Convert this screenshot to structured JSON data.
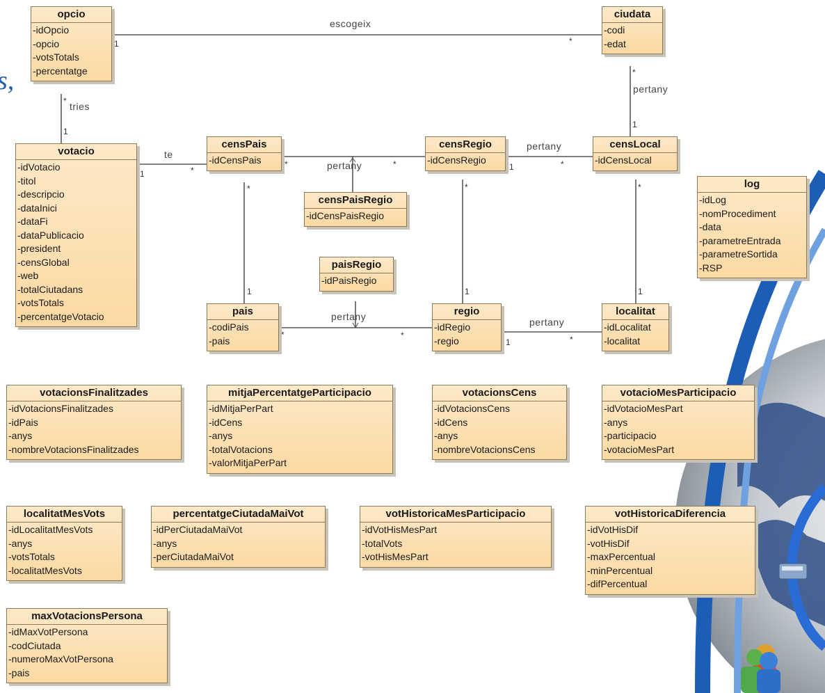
{
  "left_glyph": "s,",
  "classes": [
    {
      "name": "opcio",
      "attrs": [
        "-idOpcio",
        "-opcio",
        "-votsTotals",
        "-percentatge"
      ]
    },
    {
      "name": "ciudata",
      "attrs": [
        "-codi",
        "-edat"
      ]
    },
    {
      "name": "votacio",
      "attrs": [
        "-idVotacio",
        "-titol",
        "-descripcio",
        "-dataInici",
        "-dataFi",
        "-dataPublicacio",
        "-president",
        "-censGlobal",
        "-web",
        "-totalCiutadans",
        "-votsTotals",
        "-percentatgeVotacio"
      ]
    },
    {
      "name": "censPais",
      "attrs": [
        "-idCensPais"
      ]
    },
    {
      "name": "censRegio",
      "attrs": [
        "-idCensRegio"
      ]
    },
    {
      "name": "censLocal",
      "attrs": [
        "-idCensLocal"
      ]
    },
    {
      "name": "censPaisRegio",
      "attrs": [
        "-idCensPaisRegio"
      ]
    },
    {
      "name": "log",
      "attrs": [
        "-idLog",
        "-nomProcediment",
        "-data",
        "-parametreEntrada",
        "-parametreSortida",
        "-RSP"
      ]
    },
    {
      "name": "paisRegio",
      "attrs": [
        "-idPaisRegio"
      ]
    },
    {
      "name": "pais",
      "attrs": [
        "-codiPais",
        "-pais"
      ]
    },
    {
      "name": "regio",
      "attrs": [
        "-idRegio",
        "-regio"
      ]
    },
    {
      "name": "localitat",
      "attrs": [
        "-idLocalitat",
        "-localitat"
      ]
    },
    {
      "name": "votacionsFinalitzades",
      "attrs": [
        "-idVotacionsFinalitzades",
        "-idPais",
        "-anys",
        "-nombreVotacionsFinalitzades"
      ]
    },
    {
      "name": "mitjaPercentatgeParticipacio",
      "attrs": [
        "-idMitjaPerPart",
        "-idCens",
        "-anys",
        "-totalVotacions",
        "-valorMitjaPerPart"
      ]
    },
    {
      "name": "votacionsCens",
      "attrs": [
        "-idVotacionsCens",
        "-idCens",
        "-anys",
        "-nombreVotacionsCens"
      ]
    },
    {
      "name": "votacioMesParticipacio",
      "attrs": [
        "-idVotacioMesPart",
        "-anys",
        "-participacio",
        "-votacioMesPart"
      ]
    },
    {
      "name": "localitatMesVots",
      "attrs": [
        "-idLocalitatMesVots",
        "-anys",
        "-votsTotals",
        "-localitatMesVots"
      ]
    },
    {
      "name": "percentatgeCiutadaMaiVot",
      "attrs": [
        "-idPerCiutadaMaiVot",
        "-anys",
        "-perCiutadaMaiVot"
      ]
    },
    {
      "name": "votHistoricaMesParticipacio",
      "attrs": [
        "-idVotHisMesPart",
        "-totalVots",
        "-votHisMesPart"
      ]
    },
    {
      "name": "votHistoricaDiferencia",
      "attrs": [
        "-idVotHisDif",
        "-votHisDif",
        "-maxPercentual",
        "-minPercentual",
        "-difPercentual"
      ]
    },
    {
      "name": "maxVotacionsPersona",
      "attrs": [
        "-idMaxVotPersona",
        "-codCiutada",
        "-numeroMaxVotPersona",
        "-pais"
      ]
    }
  ],
  "association_labels": [
    "escogeix",
    "tries",
    "te",
    "pertany",
    "pertany",
    "pertany",
    "pertany",
    "pertany",
    "pertany"
  ],
  "multiplicities": [
    "1",
    "*",
    "*",
    "1",
    "1",
    "*",
    "*",
    "*",
    "1",
    "*",
    "1",
    "*",
    "*",
    "*",
    "*",
    "1",
    "1",
    "1",
    "*",
    "*",
    "*",
    "1",
    "*"
  ],
  "colors": {
    "class_fill": "#fbd9a3",
    "class_border": "#8a7a5c",
    "globe_blue": "#1c5db5"
  },
  "decorations": [
    "globe-icon",
    "network-cable-icon",
    "people-group-icon"
  ]
}
